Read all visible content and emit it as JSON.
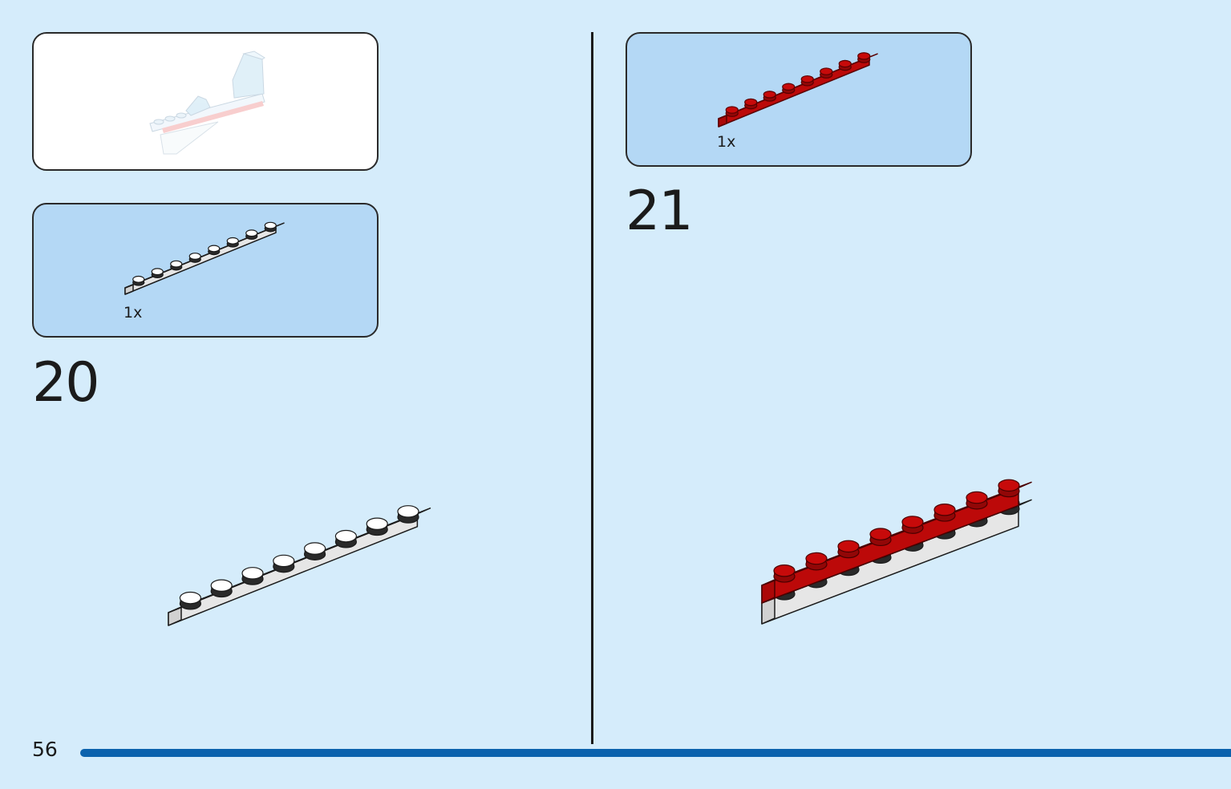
{
  "page": {
    "number": "56"
  },
  "steps": [
    {
      "number": "20",
      "parts": [
        {
          "qty": "1x",
          "color": "#ffffff",
          "shape": "plate-1x8"
        }
      ]
    },
    {
      "number": "21",
      "parts": [
        {
          "qty": "1x",
          "color": "#d10a0a",
          "shape": "plate-1x8"
        }
      ]
    }
  ],
  "colors": {
    "background": "#d5ecfb",
    "parts_panel": "#b4d8f5",
    "accent_bar": "#0b62ad",
    "red_brick": "#d10a0a",
    "white_brick": "#ffffff"
  }
}
